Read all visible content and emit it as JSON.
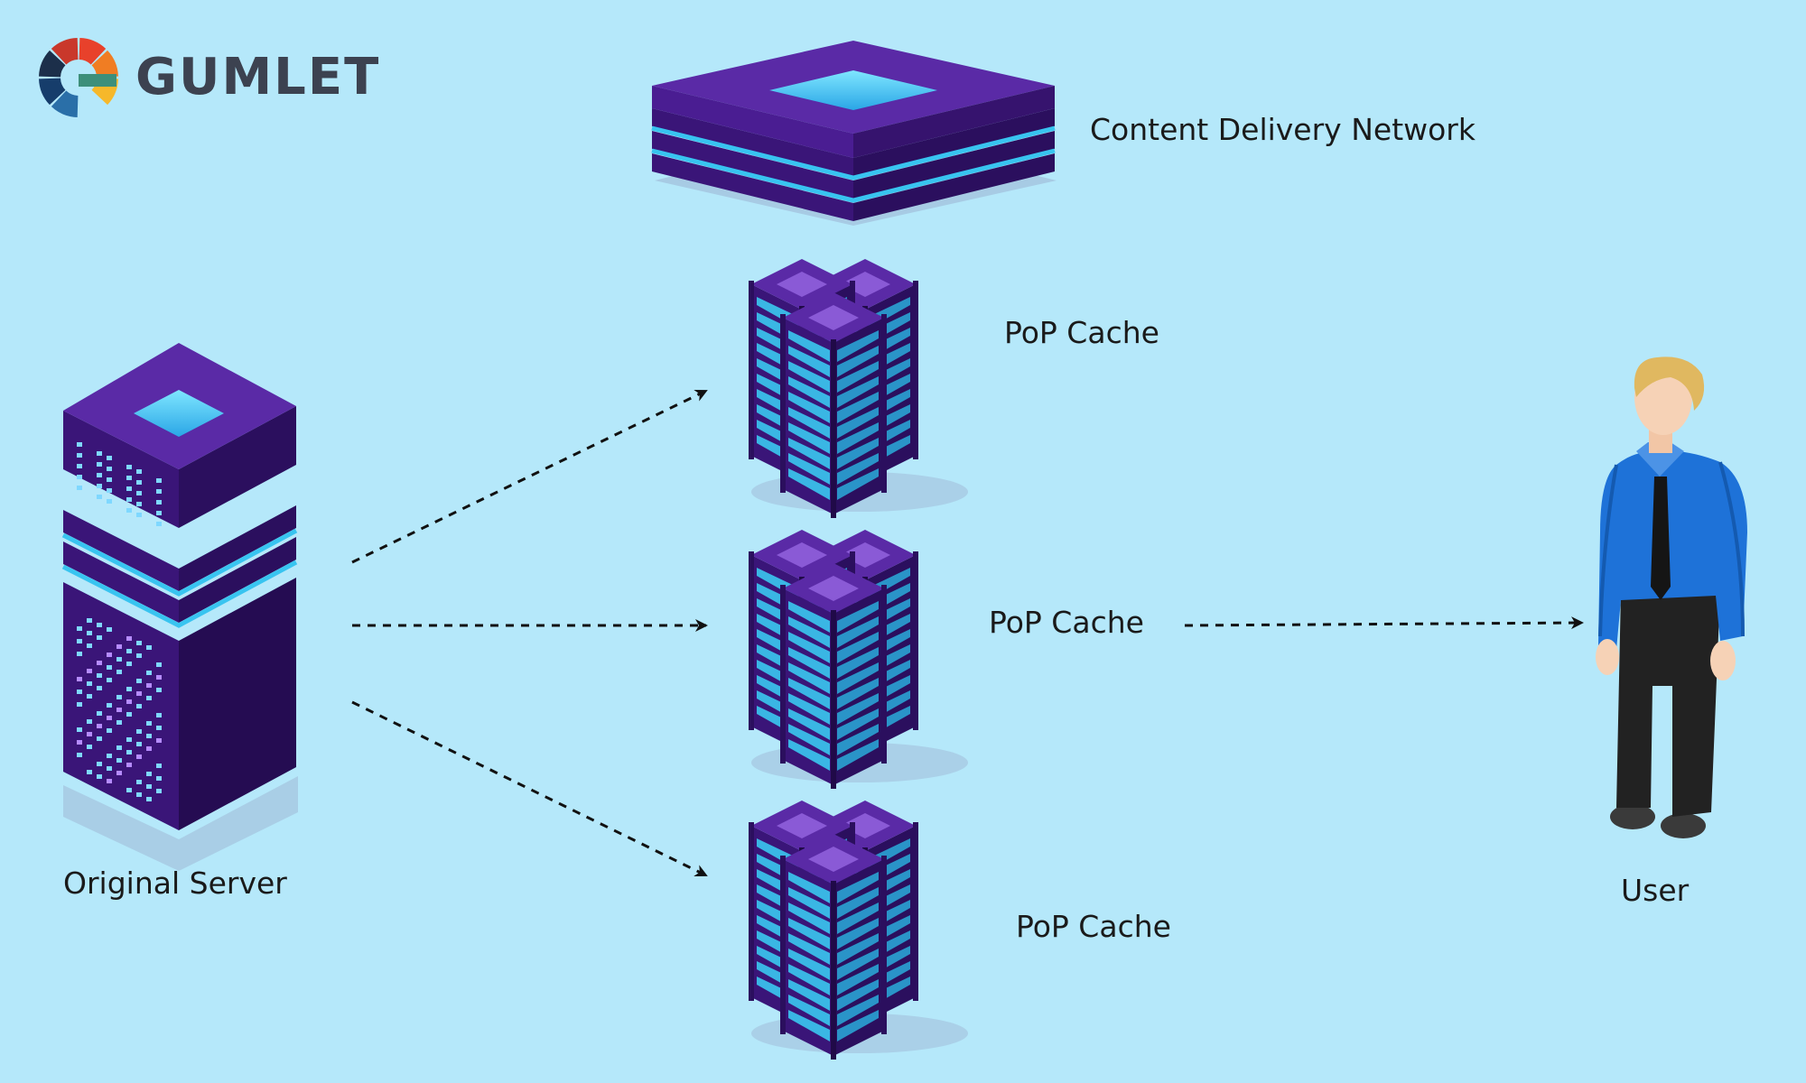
{
  "brand": {
    "name": "GUMLET",
    "logo_colors": [
      "#e8412b",
      "#f07d23",
      "#f6b82a",
      "#3d8f7a",
      "#2a6fa8",
      "#163d6b",
      "#1c2f4a",
      "#c9382b"
    ]
  },
  "labels": {
    "cdn": "Content Delivery Network",
    "pop_top": "PoP Cache",
    "pop_mid": "PoP Cache",
    "pop_bottom": "PoP Cache",
    "origin": "Original Server",
    "user": "User"
  },
  "colors": {
    "background": "#b5e8fa",
    "text": "#1a1a1a",
    "brand_text": "#3c4250",
    "purple_top": "#56279e",
    "purple_left": "#3a1578",
    "purple_right": "#2b0f5e",
    "glow": "#38c4f0",
    "rack_slot": "#3ab6e4",
    "arrow": "#111111",
    "shirt": "#1e72d8",
    "hair": "#e0b860",
    "skin": "#f6d2b6",
    "trousers": "#222222"
  },
  "icons": [
    "logo-icon",
    "cdn-platform-icon",
    "server-rack-icon",
    "user-figure-icon",
    "arrow-icon"
  ]
}
